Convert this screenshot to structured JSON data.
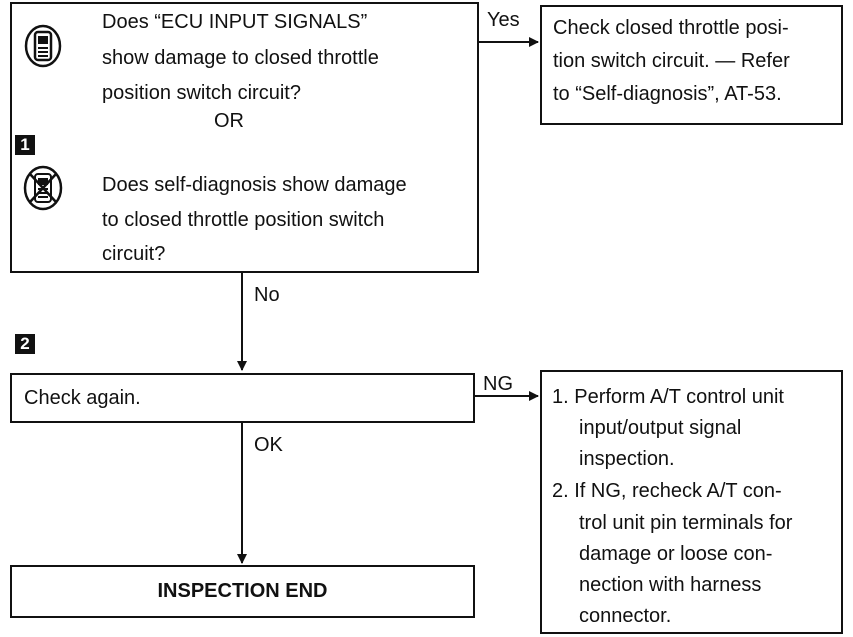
{
  "step1": {
    "number": "1",
    "question_a": [
      "Does “ECU INPUT SIGNALS”",
      "show damage to closed throttle",
      "position switch circuit?"
    ],
    "or_label": "OR",
    "question_b": [
      "Does self-diagnosis show damage",
      "to closed throttle position switch",
      "circuit?"
    ],
    "icon_a": "consult-tester-icon",
    "icon_b": "no-tester-icon"
  },
  "yes_branch": {
    "label": "Yes",
    "text": [
      "Check closed throttle posi-",
      "tion switch circuit. — Refer",
      "to “Self-diagnosis”, AT-53."
    ]
  },
  "no_label": "No",
  "step2": {
    "number": "2",
    "text": "Check again."
  },
  "ng_branch": {
    "label": "NG",
    "items": [
      "1. Perform A/T control unit",
      "input/output signal",
      "inspection.",
      "2. If NG, recheck A/T con-",
      "trol unit pin terminals for",
      "damage or loose con-",
      "nection with harness",
      "connector."
    ]
  },
  "ok_label": "OK",
  "end_box": {
    "text": "INSPECTION END"
  }
}
